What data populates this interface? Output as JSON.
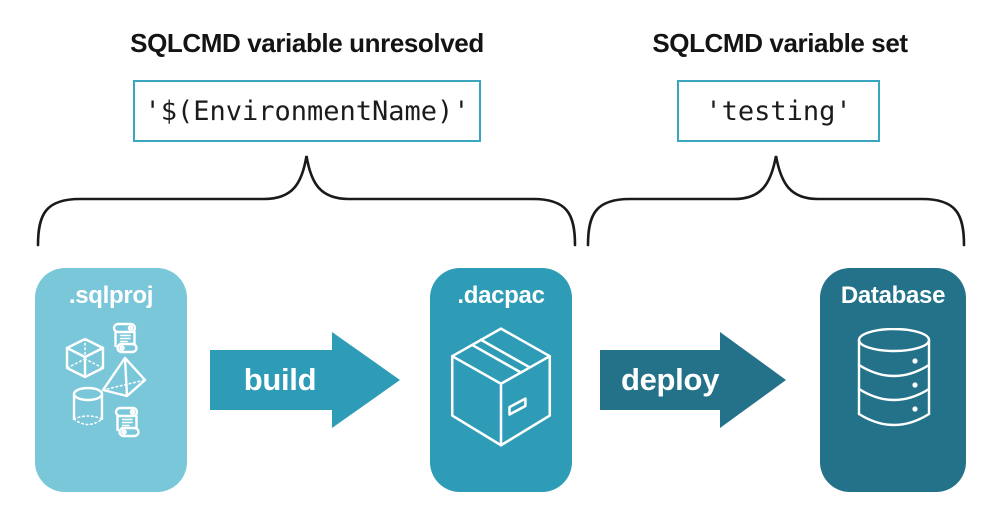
{
  "diagram": {
    "title_left": "SQLCMD variable unresolved",
    "title_right": "SQLCMD variable set",
    "value_unresolved": "'$(EnvironmentName)'",
    "value_set": "'testing'",
    "nodes": [
      {
        "id": "sqlproj",
        "label": ".sqlproj",
        "color": "#7ac7da",
        "icons": [
          "cube-icon",
          "script-scroll-icon",
          "pyramid-icon",
          "cylinder-icon",
          "script-scroll-icon"
        ]
      },
      {
        "id": "dacpac",
        "label": ".dacpac",
        "color": "#2e9cb6",
        "icons": [
          "package-icon"
        ]
      },
      {
        "id": "database",
        "label": "Database",
        "color": "#24728a",
        "icons": [
          "database-icon"
        ]
      }
    ],
    "arrows": [
      {
        "id": "build",
        "label": "build",
        "color": "#2e9cb6"
      },
      {
        "id": "deploy",
        "label": "deploy",
        "color": "#24728a"
      }
    ],
    "colors": {
      "code_box_border": "#39a5bf",
      "brace_stroke": "#1a1a1a",
      "heading_text": "#141414",
      "background": "#ffffff",
      "icon_stroke": "#ffffff"
    }
  }
}
